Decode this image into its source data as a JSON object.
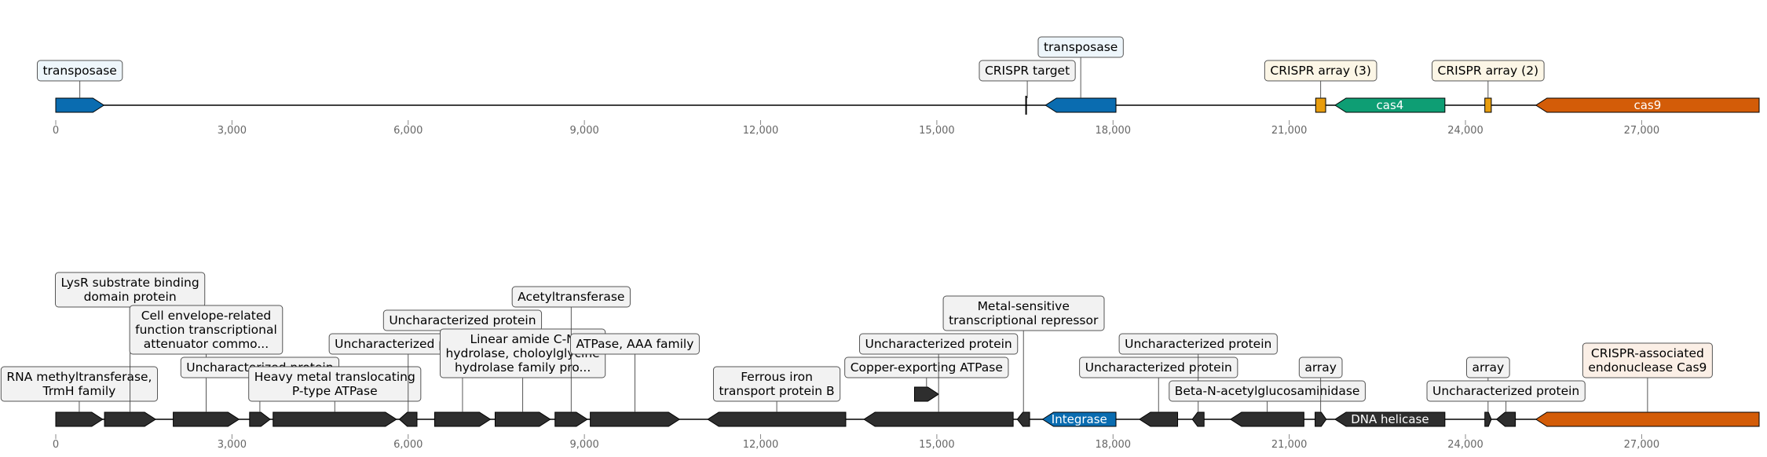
{
  "colors": {
    "transposase": "#0a6cb0",
    "cas4": "#0e9e74",
    "cas9": "#d35c08",
    "crispr_array": "#e89d0e",
    "generic": "#2e2e2e",
    "integrase": "#0a6cb0",
    "dna_helicase": "#2e2e2e",
    "label_box_transposase": "#eef6fb",
    "label_box_crispr": "#fcf6e6",
    "label_box_neutral": "#f2f2f2",
    "label_box_cas9": "#fbefe6",
    "axis_tick_text": "#666666"
  },
  "axis": {
    "min": 0,
    "max": 29000,
    "ticks": [
      "0",
      "3,000",
      "6,000",
      "9,000",
      "12,000",
      "15,000",
      "18,000",
      "21,000",
      "24,000",
      "27,000"
    ],
    "tick_values": [
      0,
      3000,
      6000,
      9000,
      12000,
      15000,
      18000,
      21000,
      24000,
      27000
    ]
  },
  "tracks": [
    {
      "id": "top",
      "features": [
        {
          "start": 0,
          "end": 820,
          "strand": 1,
          "color": "transposase",
          "inner_label": "",
          "label": "transposase",
          "label_level": 0,
          "box": "label_box_transposase"
        },
        {
          "start": 16520,
          "end": 16560,
          "strand": 0,
          "color": "generic",
          "inner_label": "",
          "label": "CRISPR target",
          "label_level": 0,
          "box": "label_box_neutral",
          "marker": true
        },
        {
          "start": 16850,
          "end": 18050,
          "strand": -1,
          "color": "transposase",
          "inner_label": "",
          "label": "transposase",
          "label_level": 1,
          "box": "label_box_transposase"
        },
        {
          "start": 21450,
          "end": 21620,
          "strand": 0,
          "color": "crispr_array",
          "inner_label": "",
          "label": "CRISPR array (3)",
          "label_level": 0,
          "box": "label_box_crispr"
        },
        {
          "start": 21780,
          "end": 23650,
          "strand": -1,
          "color": "cas4",
          "inner_label": "cas4",
          "label": "",
          "label_level": 0,
          "box": ""
        },
        {
          "start": 24330,
          "end": 24440,
          "strand": 0,
          "color": "crispr_array",
          "inner_label": "",
          "label": "CRISPR array (2)",
          "label_level": 0,
          "box": "label_box_crispr"
        },
        {
          "start": 25200,
          "end": 29000,
          "strand": -1,
          "color": "cas9",
          "inner_label": "cas9",
          "label": "",
          "label_level": 0,
          "box": ""
        }
      ]
    },
    {
      "id": "bottom",
      "features": [
        {
          "start": 0,
          "end": 800,
          "strand": 1,
          "color": "generic",
          "inner_label": "",
          "label": "RNA methyltransferase,\nTrmH family",
          "label_level": 0,
          "box": "label_box_neutral"
        },
        {
          "start": 830,
          "end": 1700,
          "strand": 1,
          "color": "generic",
          "inner_label": "",
          "label": "LysR substrate binding\ndomain protein",
          "label_level": 4,
          "box": "label_box_neutral"
        },
        {
          "start": 2000,
          "end": 3120,
          "strand": 1,
          "color": "generic",
          "inner_label": "",
          "label": "Cell envelope-related\nfunction transcriptional\nattenuator commo...",
          "label_level": 2,
          "box": "label_box_neutral"
        },
        {
          "start": 3300,
          "end": 3650,
          "strand": 1,
          "color": "generic",
          "inner_label": "",
          "label": "Uncharacterized protein",
          "label_level": 1,
          "box": "label_box_neutral"
        },
        {
          "start": 3700,
          "end": 5800,
          "strand": 1,
          "color": "generic",
          "inner_label": "",
          "label": "Heavy metal translocating\nP-type ATPase",
          "label_level": 0,
          "box": "label_box_neutral"
        },
        {
          "start": 5850,
          "end": 6150,
          "strand": -1,
          "color": "generic",
          "inner_label": "",
          "label": "Uncharacterized protein",
          "label_level": 2,
          "box": "label_box_neutral"
        },
        {
          "start": 6450,
          "end": 7400,
          "strand": 1,
          "color": "generic",
          "inner_label": "",
          "label": "Uncharacterized protein",
          "label_level": 3,
          "box": "label_box_neutral"
        },
        {
          "start": 7480,
          "end": 8420,
          "strand": 1,
          "color": "generic",
          "inner_label": "",
          "label": "Linear amide C-N\nhydrolase, choloylglycine\nhydrolase family pro...",
          "label_level": 1,
          "box": "label_box_neutral"
        },
        {
          "start": 8500,
          "end": 9050,
          "strand": 1,
          "color": "generic",
          "inner_label": "",
          "label": "Acetyltransferase",
          "label_level": 4,
          "box": "label_box_neutral"
        },
        {
          "start": 9100,
          "end": 10620,
          "strand": 1,
          "color": "generic",
          "inner_label": "",
          "label": "ATPase, AAA family",
          "label_level": 2,
          "box": "label_box_neutral"
        },
        {
          "start": 11100,
          "end": 13450,
          "strand": -1,
          "color": "generic",
          "inner_label": "",
          "label": "Ferrous iron\ntransport protein B",
          "label_level": 0,
          "box": "label_box_neutral"
        },
        {
          "start": 14620,
          "end": 15030,
          "strand": 1,
          "color": "generic",
          "inner_label": "",
          "label": "Copper-exporting ATPase",
          "label_level": 1,
          "box": "label_box_neutral",
          "raised": true
        },
        {
          "start": 13760,
          "end": 16300,
          "strand": -1,
          "color": "generic",
          "inner_label": "",
          "label": "Uncharacterized protein",
          "label_level": 2,
          "box": "label_box_neutral"
        },
        {
          "start": 16370,
          "end": 16580,
          "strand": -1,
          "color": "generic",
          "inner_label": "",
          "label": "Metal-sensitive\ntranscriptional repressor",
          "label_level": 3,
          "box": "label_box_neutral"
        },
        {
          "start": 16800,
          "end": 18050,
          "strand": -1,
          "color": "integrase",
          "inner_label": "Integrase",
          "label": "",
          "label_level": 0,
          "box": ""
        },
        {
          "start": 18450,
          "end": 19100,
          "strand": -1,
          "color": "generic",
          "inner_label": "",
          "label": "Uncharacterized protein",
          "label_level": 1,
          "box": "label_box_neutral"
        },
        {
          "start": 19350,
          "end": 19550,
          "strand": -1,
          "color": "generic",
          "inner_label": "",
          "label": "Uncharacterized protein",
          "label_level": 2,
          "box": "label_box_neutral"
        },
        {
          "start": 20000,
          "end": 21250,
          "strand": -1,
          "color": "generic",
          "inner_label": "",
          "label": "Beta-N-acetylglucosaminidase",
          "label_level": 0,
          "box": "label_box_neutral"
        },
        {
          "start": 21440,
          "end": 21630,
          "strand": 1,
          "color": "generic",
          "inner_label": "",
          "label": "array",
          "label_level": 1,
          "box": "label_box_neutral"
        },
        {
          "start": 21780,
          "end": 23650,
          "strand": -1,
          "color": "dna_helicase",
          "inner_label": "DNA helicase",
          "label": "",
          "label_level": 0,
          "box": ""
        },
        {
          "start": 24330,
          "end": 24440,
          "strand": 1,
          "color": "generic",
          "inner_label": "",
          "label": "array",
          "label_level": 1,
          "box": "label_box_neutral"
        },
        {
          "start": 24530,
          "end": 24850,
          "strand": -1,
          "color": "generic",
          "inner_label": "",
          "label": "Uncharacterized protein",
          "label_level": 0,
          "box": "label_box_neutral"
        },
        {
          "start": 25200,
          "end": 29000,
          "strand": -1,
          "color": "cas9",
          "inner_label": "",
          "label": "CRISPR-associated\nendonuclease Cas9",
          "label_level": 1,
          "box": "label_box_cas9"
        }
      ]
    }
  ]
}
